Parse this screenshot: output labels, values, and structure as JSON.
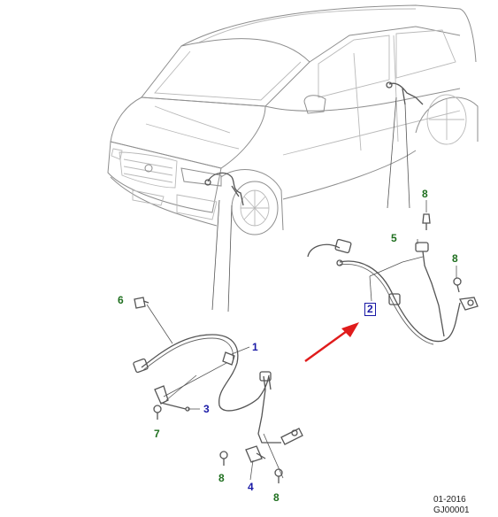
{
  "callouts": {
    "c1": "1",
    "c2": "2",
    "c3": "3",
    "c4": "4",
    "c5": "5",
    "c6": "6",
    "c7": "7",
    "c8a": "8",
    "c8b": "8",
    "c8c": "8",
    "c8d": "8"
  },
  "footer": {
    "date": "01-2016",
    "code": "GJ00001"
  },
  "colors": {
    "callout_blue": "#1a1aa6",
    "callout_green": "#1f6f1f",
    "arrow_red": "#e01b1b"
  }
}
